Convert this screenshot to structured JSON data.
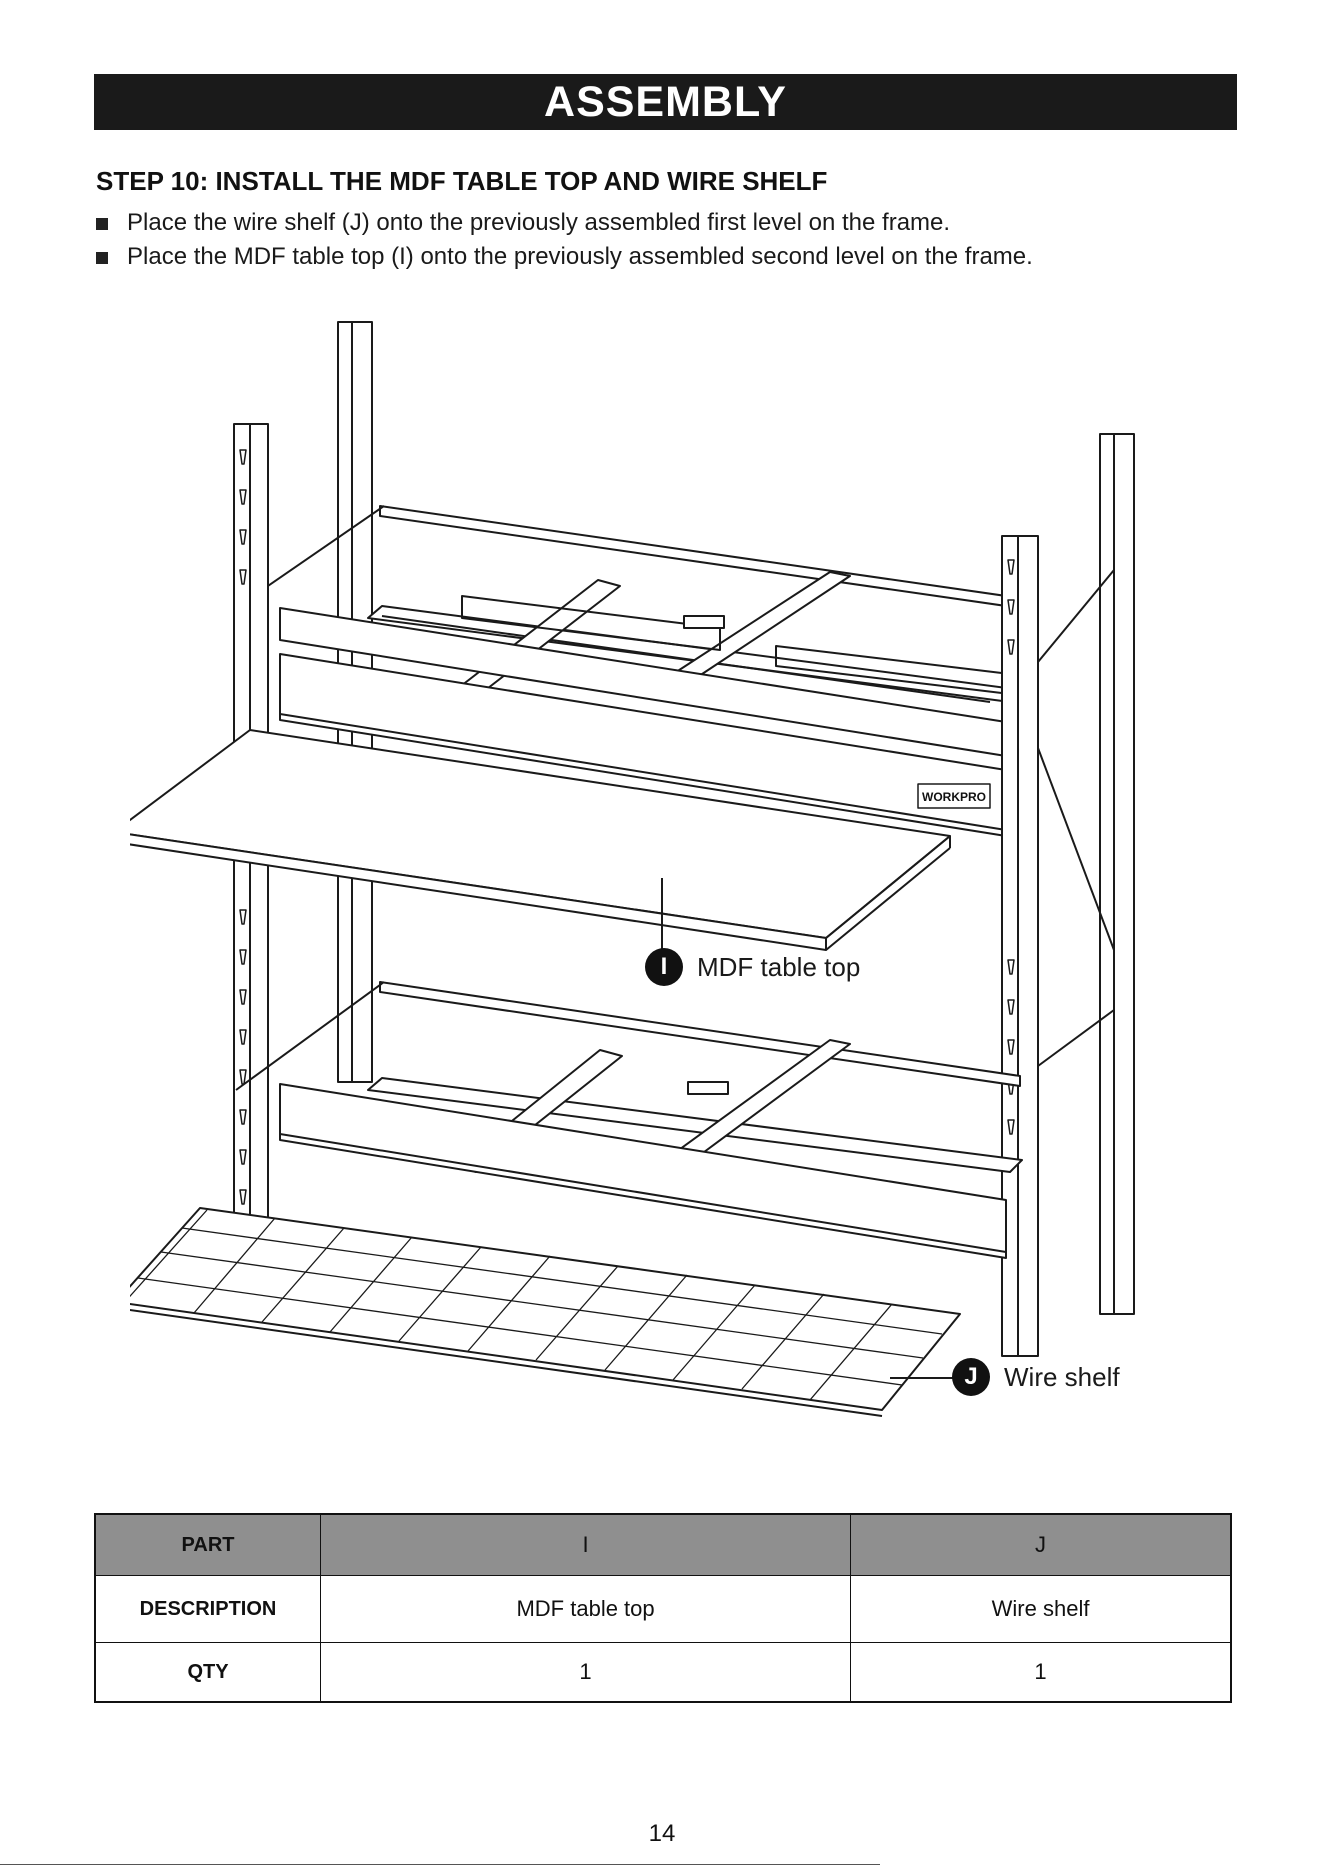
{
  "header": {
    "title": "ASSEMBLY"
  },
  "step": {
    "title": "STEP 10: INSTALL THE MDF TABLE TOP AND WIRE SHELF",
    "bullets": [
      "Place the wire shelf (J) onto the previously assembled first level on the frame.",
      "Place the MDF table top (I) onto the previously assembled second level on the frame."
    ]
  },
  "illustration": {
    "brand_label": "WORKPRO",
    "callouts": [
      {
        "letter": "I",
        "label": "MDF table top"
      },
      {
        "letter": "J",
        "label": "Wire shelf"
      }
    ]
  },
  "parts_table": {
    "row_labels": [
      "PART",
      "DESCRIPTION",
      "QTY"
    ],
    "columns": [
      {
        "part": "I",
        "description": "MDF table top",
        "qty": "1"
      },
      {
        "part": "J",
        "description": "Wire shelf",
        "qty": "1"
      }
    ]
  },
  "page_number": "14"
}
